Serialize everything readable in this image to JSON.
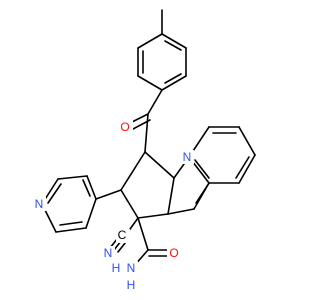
{
  "molecule": {
    "atoms": {
      "amide_o": {
        "text": "O",
        "color": "#ff0d0d"
      },
      "carbonyl_o": {
        "text": "O",
        "color": "#ff0d0d"
      },
      "ring_n": {
        "text": "N",
        "color": "#2f50f8"
      },
      "pyridine_n": {
        "text": "N",
        "color": "#2f50f8"
      },
      "nitrile_n": {
        "text": "N",
        "color": "#2f50f8"
      },
      "nitrile_c": {
        "text": "C",
        "color": "#000000"
      },
      "amide_n": {
        "text": "N",
        "color": "#2f50f8"
      },
      "amide_h": {
        "text": "H",
        "color": "#2f50f8"
      },
      "amide_h2": {
        "text": "H",
        "color": "#2f50f8"
      }
    },
    "bond_color": "#000000"
  }
}
